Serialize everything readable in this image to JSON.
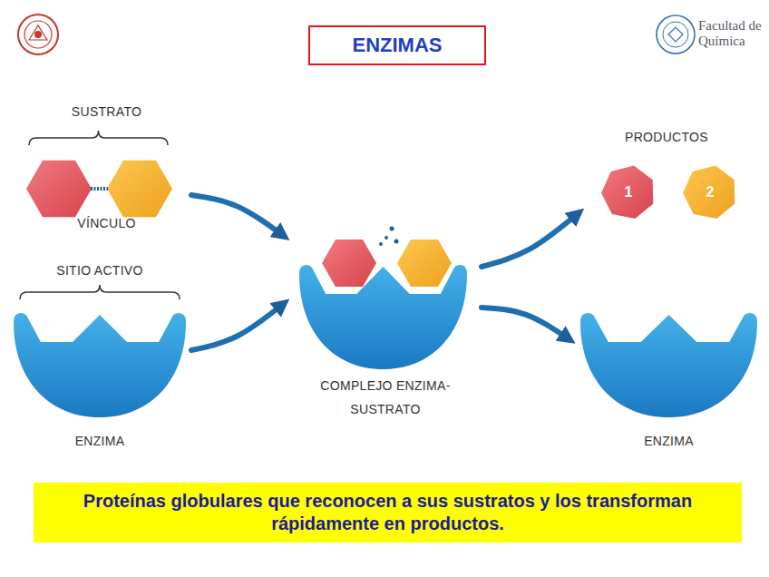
{
  "diagram": {
    "title": "ENZIMAS",
    "caption": "Proteínas globulares que reconocen a sus sustratos y los transforman rápidamente en productos.",
    "nodes": [
      {
        "text": [
          "SUSTRATO",
          "VÍNCULO"
        ]
      },
      {
        "text": [
          "SITIO ACTIVO",
          "ENZIMA"
        ]
      },
      {
        "text": [
          "COMPLEJO ENZIMA-SUSTRATO"
        ]
      },
      {
        "text": [
          "PRODUCTOS"
        ]
      },
      {
        "text": [
          "1"
        ],
        "in": 3
      },
      {
        "text": [
          "2"
        ],
        "in": 3
      },
      {
        "text": [
          "ENZIMA"
        ]
      }
    ],
    "edges": [
      {
        "from": 0,
        "to": 2,
        "arrow": "to"
      },
      {
        "from": 1,
        "to": 2,
        "arrow": "to"
      },
      {
        "from": 2,
        "to": 3,
        "arrow": "to"
      },
      {
        "from": 2,
        "to": 6,
        "arrow": "to"
      }
    ],
    "labels": [
      "Facultad de Química"
    ]
  }
}
